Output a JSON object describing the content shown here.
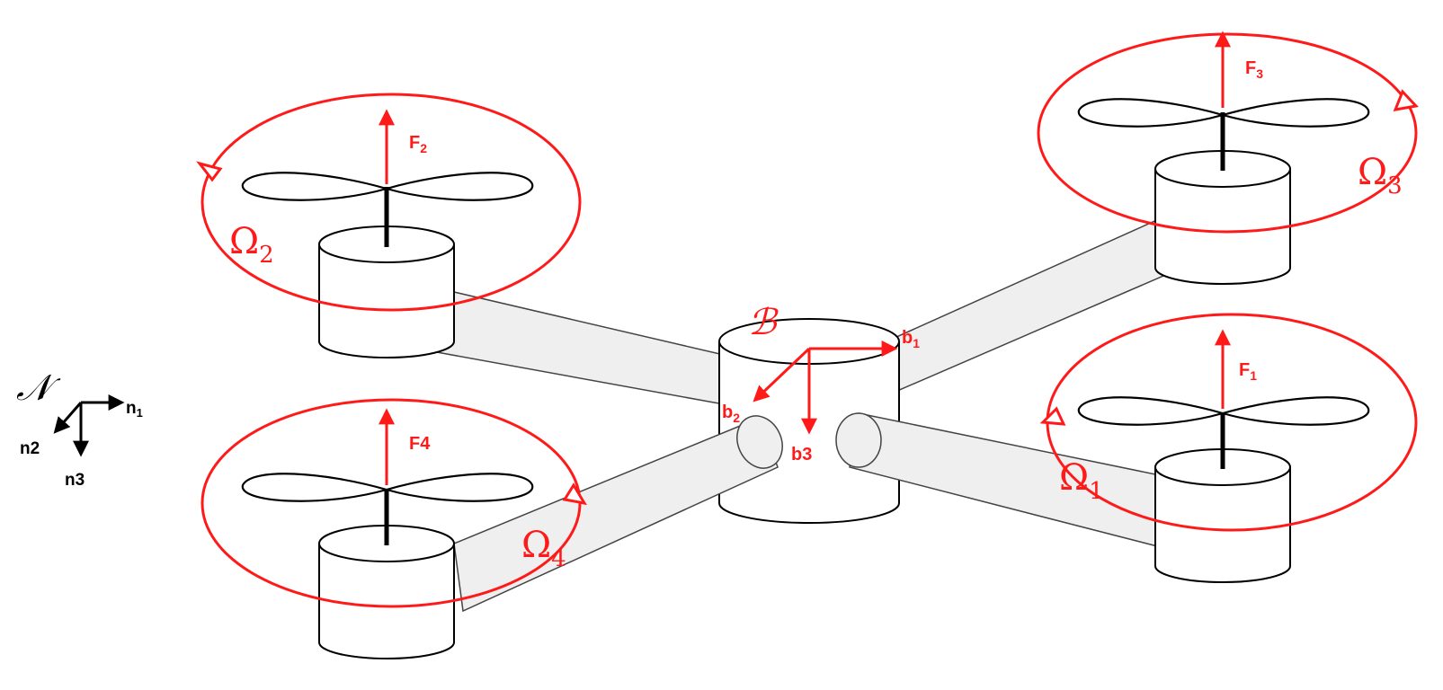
{
  "inertial_frame": {
    "symbol": "𝒩",
    "axes": [
      "n",
      "n2",
      "n3"
    ],
    "axis1_sub": "1"
  },
  "body_frame": {
    "symbol": "ℬ",
    "axes": [
      "b",
      "b",
      "b3"
    ],
    "axis1_sub": "1",
    "axis2_sub": "2"
  },
  "rotors": [
    {
      "force_label": "F",
      "force_sub": "1",
      "omega": "Ω",
      "omega_sub": "1"
    },
    {
      "force_label": "F",
      "force_sub": "2",
      "omega": "Ω",
      "omega_sub": "2"
    },
    {
      "force_label": "F",
      "force_sub": "3",
      "omega": "Ω",
      "omega_sub": "3"
    },
    {
      "force_label": "F4",
      "force_sub": "",
      "omega": "Ω",
      "omega_sub": "4"
    }
  ],
  "colors": {
    "accent": "#ff1a1a",
    "line": "#000000",
    "arm_fill": "#efefef"
  }
}
